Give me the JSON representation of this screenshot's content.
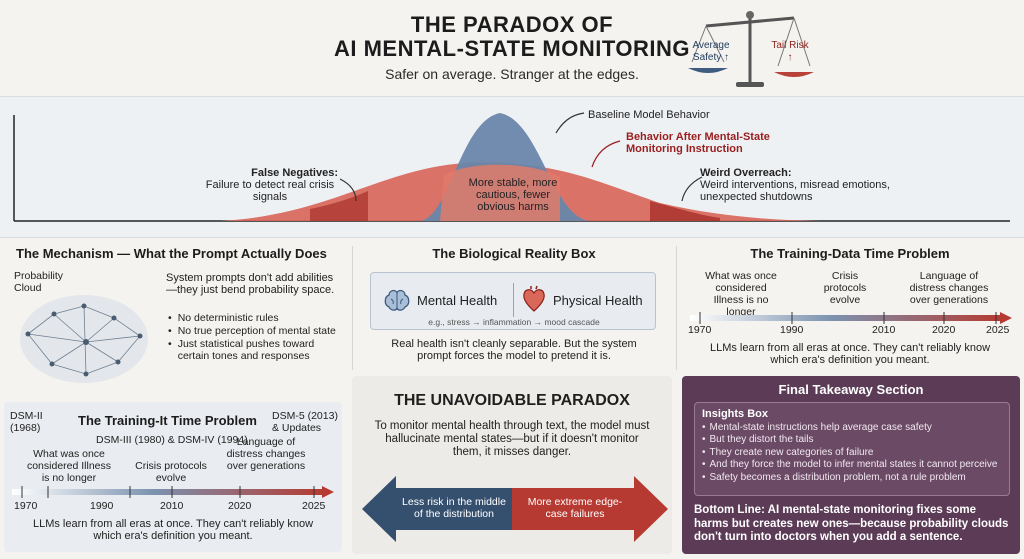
{
  "header": {
    "title_line1": "THE PARADOX OF",
    "title_line2": "AI MENTAL-STATE MONITORING",
    "subtitle": "Safer on average. Stranger at the edges.",
    "scale_left": "Average Safety ↑",
    "scale_right": "Tail Risk ↑"
  },
  "hero": {
    "baseline_label": "Baseline Model Behavior",
    "after_label": "Behavior After Mental-State Monitoring Instruction",
    "false_neg_title": "False Negatives:",
    "false_neg_text": "Failure to detect real crisis signals",
    "center_text": "More stable, more cautious, fewer obvious harms",
    "weird_title": "Weird Overreach:",
    "weird_text": "Weird interventions, misread emotions, unexpected shutdowns"
  },
  "mechanism": {
    "title": "The Mechanism — What the Prompt Actually Does",
    "cloud_label": "Probability Cloud",
    "intro": "System prompts don't add abilities —they just bend probability space.",
    "bullets": [
      "No deterministic rules",
      "No true perception of mental state",
      "Just statistical pushes toward certain tones and responses"
    ]
  },
  "bio": {
    "title": "The Biological Reality Box",
    "mental": "Mental Health",
    "physical": "Physical Health",
    "cascade": "e.g., stress → inflammation → mood cascade",
    "caption": "Real health isn't cleanly separable. But the system prompt forces the model to pretend it is."
  },
  "training_top": {
    "title": "The Training-Data Time Problem",
    "label1": "What was once considered Illness is no longer",
    "label2": "Crisis protocols evolve",
    "label3": "Language of distress changes over generations",
    "ticks": [
      "1970",
      "1990",
      "2010",
      "2020",
      "2025"
    ],
    "caption": "LLMs learn from all eras at once. They can't reliably know which era's definition you meant."
  },
  "training_bottom": {
    "title": "The Training-It Time Problem",
    "dsm2": "DSM-II (1968)",
    "dsm34": "DSM-III (1980) & DSM-IV (1994)",
    "dsm5": "DSM-5 (2013) & Updates",
    "label1": "What was once considered Illness is no longer",
    "label2": "Crisis protocols evolve",
    "label3": "Language of distress changes over generations",
    "ticks": [
      "1970",
      "1990",
      "2010",
      "2020",
      "2025"
    ],
    "caption": "LLMs learn from all eras at once. They can't reliably know which era's definition you meant."
  },
  "paradox": {
    "title": "THE UNAVOIDABLE PARADOX",
    "text": "To monitor mental health through text, the model must hallucinate mental states—but if it doesn't monitor them, it misses danger.",
    "left_arrow": "Less risk in the middle of the distribution",
    "right_arrow": "More extreme edge-case failures"
  },
  "takeaway": {
    "title": "Final Takeaway Section",
    "insights_title": "Insights Box",
    "insights": [
      "Mental-state instructions help average case safety",
      "But they distort the tails",
      "They create new categories of failure",
      "And they force the model to infer mental states it cannot perceive",
      "Safety becomes a distribution problem, not a rule problem"
    ],
    "bottom_line": "Bottom Line: AI mental-state monitoring fixes some harms but creates new ones—because probability clouds don't turn into doctors when you add a sentence."
  },
  "colors": {
    "baseline_blue": "#5f7fa3",
    "after_red": "#d3564a",
    "dark_red": "#a6302b",
    "navy": "#35506e",
    "purple": "#5b3b56"
  }
}
